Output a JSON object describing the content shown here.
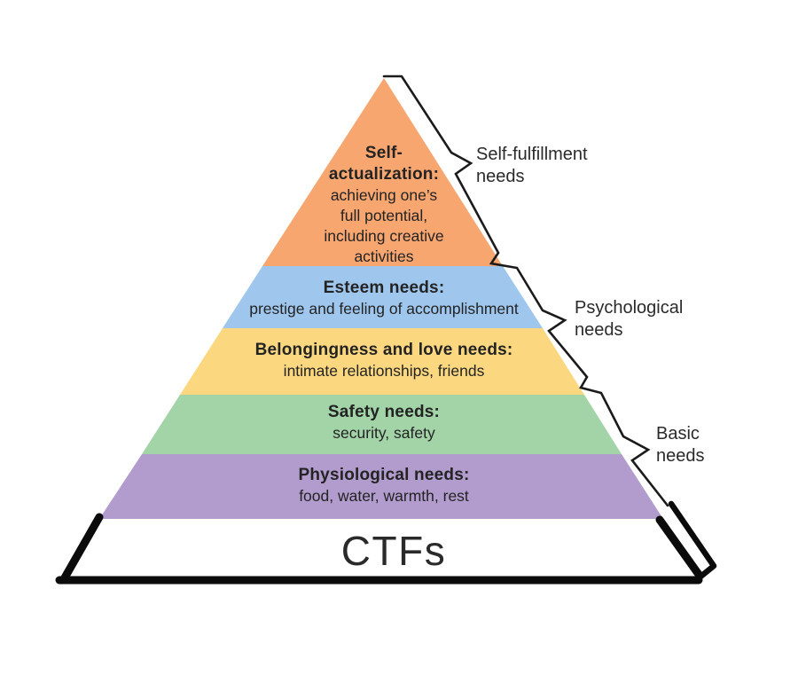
{
  "pyramid": {
    "levels": [
      {
        "id": "self-actualization",
        "color": "#F7A670",
        "title_line1": "Self-",
        "title_line2": "actualization:",
        "desc_line1": "achieving one’s",
        "desc_line2": "full potential,",
        "desc_line3": "including creative",
        "desc_line4": "activities"
      },
      {
        "id": "esteem",
        "color": "#9FC7EE",
        "title": "Esteem needs:",
        "description": "prestige and feeling of accomplishment"
      },
      {
        "id": "belongingness",
        "color": "#FBD880",
        "title": "Belongingness and love needs:",
        "description": "intimate relationships, friends"
      },
      {
        "id": "safety",
        "color": "#A2D4A8",
        "title": "Safety needs:",
        "description": "security, safety"
      },
      {
        "id": "physiological",
        "color": "#B19CCD",
        "title": "Physiological needs:",
        "description": "food, water, warmth, rest"
      },
      {
        "id": "ctfs",
        "color": "#FFFFFF",
        "title": "CTFs"
      }
    ],
    "group_labels": [
      {
        "id": "self-fulfillment",
        "line1": "Self-fulfillment",
        "line2": "needs"
      },
      {
        "id": "psychological",
        "line1": "Psychological",
        "line2": "needs"
      },
      {
        "id": "basic",
        "line1": "Basic",
        "line2": "needs"
      }
    ],
    "brace_color": "#1b1b1b",
    "marker_color": "#0b0b0b",
    "text_color": "#232323"
  }
}
